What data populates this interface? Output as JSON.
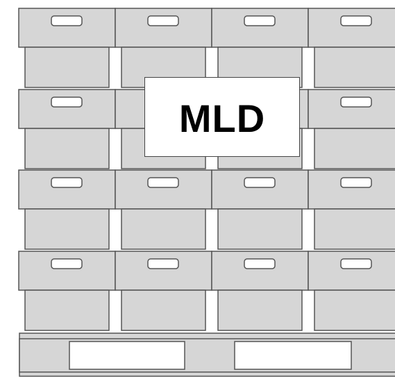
{
  "label": {
    "text": "MLD"
  },
  "stack": {
    "rows": 4,
    "columns": 4,
    "box_fill": "#d6d6d6",
    "box_stroke": "#555555",
    "handle_fill": "#ffffff",
    "separator_fill": "#ffffff"
  },
  "pallet": {
    "fill": "#d6d6d6",
    "stroke": "#555555",
    "opening_fill": "#ffffff"
  }
}
